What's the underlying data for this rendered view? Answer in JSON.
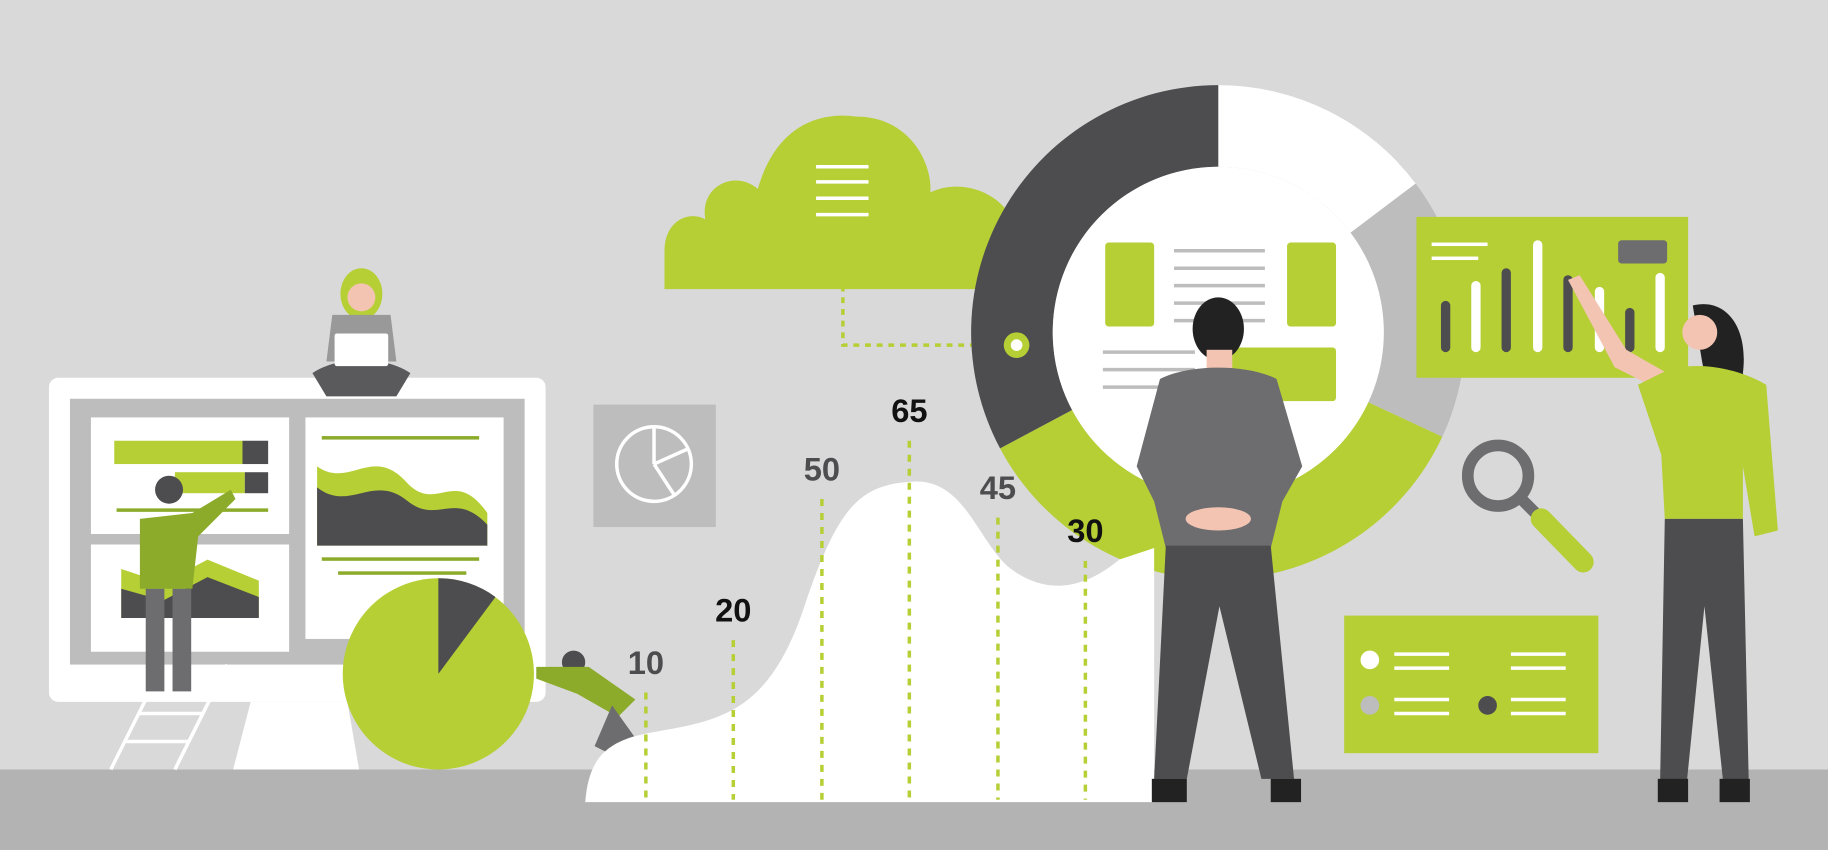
{
  "colors": {
    "background": "#d9d9d9",
    "floor": "#b3b3b3",
    "green": "#b5cf35",
    "dark": "#4d4d4f",
    "gray": "#bdbdbd",
    "white": "#ffffff"
  },
  "chart_labels": [
    {
      "value": "10",
      "color": "#4d4d4f"
    },
    {
      "value": "20",
      "color": "#111111"
    },
    {
      "value": "50",
      "color": "#4d4d4f"
    },
    {
      "value": "65",
      "color": "#111111"
    },
    {
      "value": "45",
      "color": "#4d4d4f"
    },
    {
      "value": "30",
      "color": "#111111"
    }
  ],
  "donut_segments": [
    {
      "name": "white",
      "from": 0,
      "to": 53,
      "color": "#ffffff"
    },
    {
      "name": "gray",
      "from": 53,
      "to": 115,
      "color": "#bdbdbd"
    },
    {
      "name": "green",
      "from": 115,
      "to": 242,
      "color": "#b5cf35"
    },
    {
      "name": "dark",
      "from": 242,
      "to": 360,
      "color": "#4d4d4f"
    }
  ]
}
